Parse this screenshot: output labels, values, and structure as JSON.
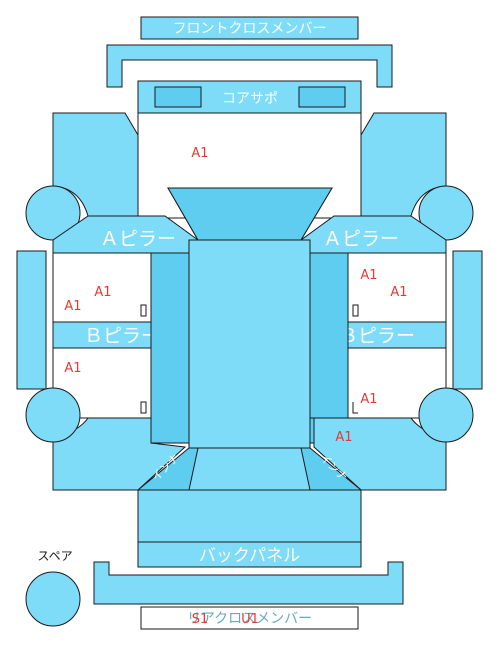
{
  "parts": {
    "front_cross_member": "フロントクロスメンバー",
    "core_support": "コアサポ",
    "a_pillar_left": "Ａピラー",
    "a_pillar_right": "Ａピラー",
    "b_pillar_left": "Ｂピラー",
    "b_pillar_right": "Ｂピラー",
    "inner_left": "インナ",
    "inner_right": "インナ",
    "back_panel": "バックパネル",
    "rear_cross_member": "リアクロスメンバー",
    "spare": "スペア"
  },
  "damage_codes": {
    "front_engine_bay": "A1",
    "left_front_door_upper": "A1",
    "left_front_door_lower": "A1",
    "right_front_door_a": "A1",
    "right_front_door_b": "A1",
    "left_rear_door": "A1",
    "right_rear_door": "A1",
    "right_rear_quarter": "A1",
    "rear_cross_s": "S1",
    "rear_cross_u": "U1"
  },
  "colors": {
    "panel": "#7fdcf8",
    "panel_dark": "#5fcdf0",
    "code": "#e53935"
  }
}
